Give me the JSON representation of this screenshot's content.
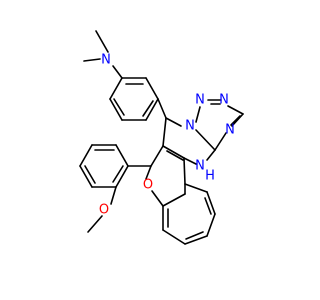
{
  "colors": {
    "bond": "#000000",
    "nitrogen": "#0000ff",
    "oxygen": "#ff0000",
    "background": "#ffffff"
  },
  "atoms": {
    "n_dimethylamino": "N",
    "n_triazole_top_left": "N",
    "n_triazole_top_right": "N",
    "n_triazole_bridge": "N",
    "n_triazole_right": "N",
    "nh_label": "N",
    "nh_h": "H",
    "o_methoxy": "O",
    "o_pyran": "O"
  }
}
